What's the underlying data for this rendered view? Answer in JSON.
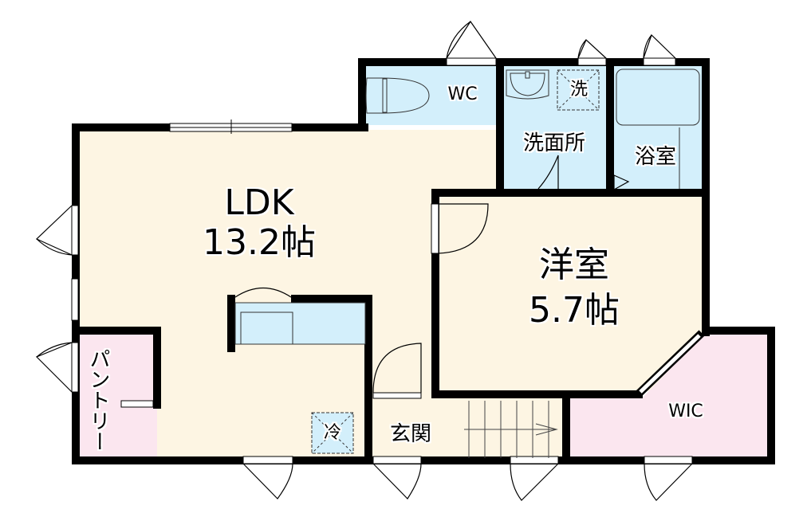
{
  "floorplan": {
    "colors": {
      "wall": "#000000",
      "living_floor": "#fdf5e3",
      "wet_area": "#d3effb",
      "storage": "#fbe6ef",
      "background": "#ffffff"
    },
    "rooms": {
      "ldk": {
        "name": "LDK",
        "size": "13.2帖"
      },
      "western_room": {
        "name": "洋室",
        "size": "5.7帖"
      },
      "wc": {
        "name": "WC"
      },
      "washroom": {
        "name": "洗面所"
      },
      "bathroom": {
        "name": "浴室"
      },
      "entrance": {
        "name": "玄関"
      },
      "wic": {
        "name": "WIC"
      },
      "pantry": {
        "name": "パントリー"
      }
    },
    "fixtures": {
      "washer_space": "洗",
      "fridge_space": "冷"
    }
  }
}
